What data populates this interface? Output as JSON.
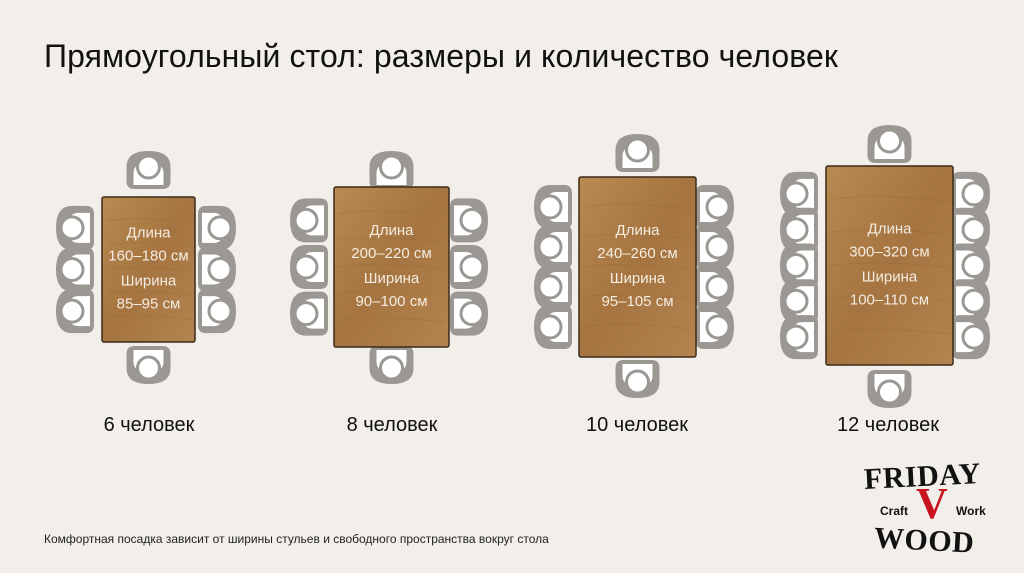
{
  "title": "Прямоугольный стол: размеры и количество человек",
  "length_label": "Длина",
  "width_label": "Ширина",
  "tables": [
    {
      "length": "160–180 см",
      "width": "85–95 см",
      "caption": "6 человек",
      "chairs_per_side": 3
    },
    {
      "length": "200–220 см",
      "width": "90–100 см",
      "caption": "8 человек",
      "chairs_per_side": 3
    },
    {
      "length": "240–260 см",
      "width": "95–105 см",
      "caption": "10 человек",
      "chairs_per_side": 4
    },
    {
      "length": "300–320 см",
      "width": "100–110 см",
      "caption": "12 человек",
      "chairs_per_side": 5
    }
  ],
  "footnote": "Комфортная посадка зависит от ширины стульев и свободного пространства вокруг стола",
  "logo": {
    "line1": "FRIDAY",
    "letter": "V",
    "craft": "Craft",
    "work": "Work",
    "line2": "WOOD"
  },
  "colors": {
    "wood": "#a87a45",
    "wood_dark": "#7a5530",
    "chair": "#9b9893",
    "chair_light": "#ffffff",
    "accent": "#c8141e"
  }
}
